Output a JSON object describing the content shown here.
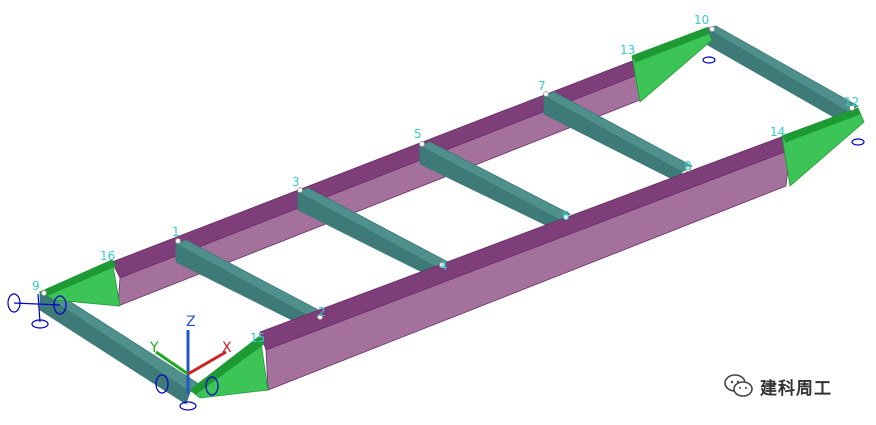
{
  "colors": {
    "beam_top": "#7e3e7a",
    "beam_side": "#a3719c",
    "beam_edge": "#6a2f68",
    "cross_top": "#4f8f8c",
    "cross_side": "#3d7a78",
    "gusset": "#3cc456",
    "gusset_dark": "#1e9a35",
    "node_label": "#33cccc",
    "support": "#0000cc",
    "axis_x": "#cc2222",
    "axis_y": "#22aa22",
    "axis_z": "#2255cc"
  },
  "node_labels": [
    "1",
    "2",
    "3",
    "4",
    "5",
    "6",
    "7",
    "8",
    "9",
    "10",
    "12",
    "13",
    "14",
    "15",
    "16"
  ],
  "axes": {
    "x": "X",
    "y": "Y",
    "z": "Z"
  },
  "watermark": {
    "icon": "wechat-icon",
    "text": "建科周工"
  }
}
